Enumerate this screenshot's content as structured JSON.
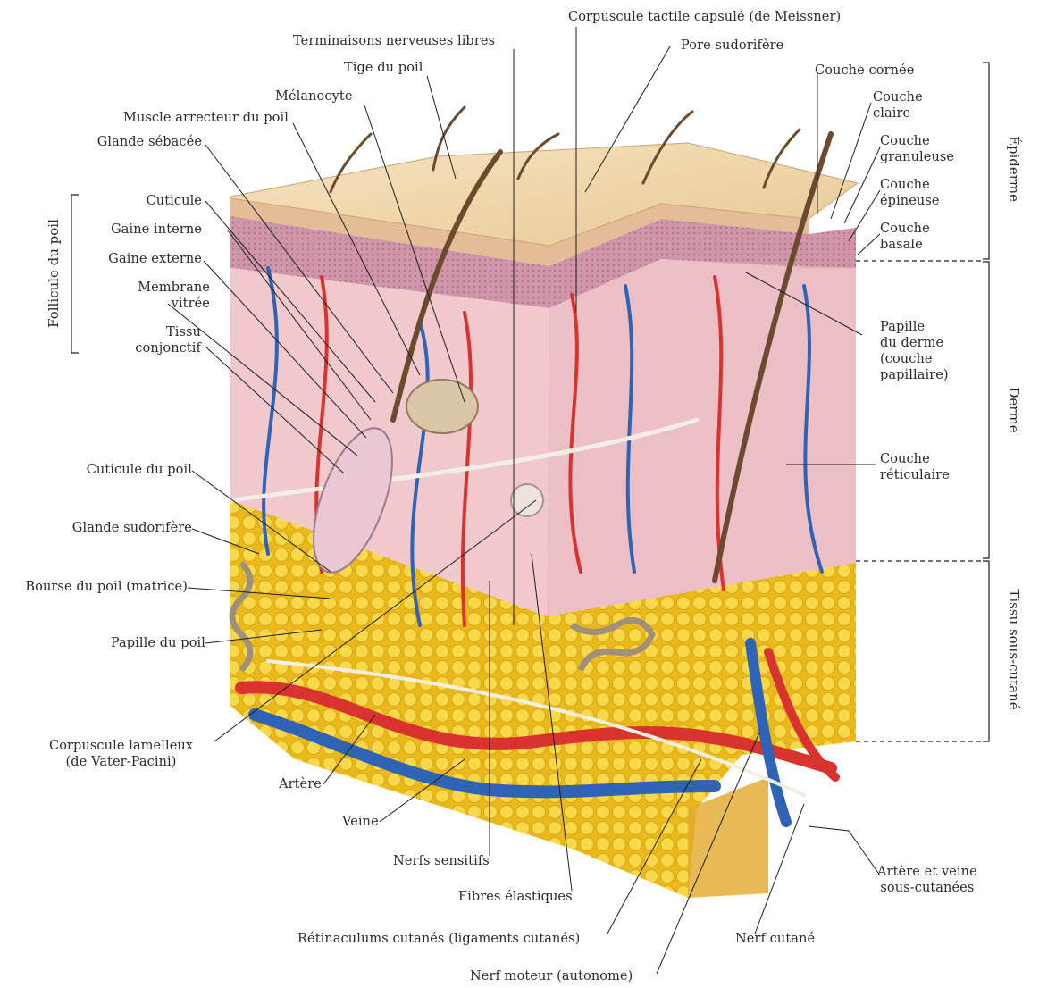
{
  "labels": {
    "terminaisons": "Terminaisons nerveuses libres",
    "corpuscule_meissner": "Corpuscule tactile capsulé (de Meissner)",
    "pore": "Pore sudorifère",
    "tige": "Tige du poil",
    "melanocyte": "Mélanocyte",
    "muscle_arrecteur": "Muscle arrecteur du poil",
    "glande_sebacee": "Glande sébacée",
    "cuticule": "Cuticule",
    "gaine_interne": "Gaine interne",
    "gaine_externe": "Gaine externe",
    "membrane_vitree": "Membrane\nvitrée",
    "tissu_conjonctif": "Tissu\nconjonctif",
    "cuticule_poil": "Cuticule du poil",
    "glande_sudorifere": "Glande sudorifère",
    "bourse_poil": "Bourse du poil (matrice)",
    "papille_poil": "Papille du poil",
    "corpuscule_lamelleux": "Corpuscule lamelleux\n(de Vater-Pacini)",
    "artere": "Artère",
    "veine": "Veine",
    "nerfs_sensitifs": "Nerfs sensitifs",
    "fibres_elastiques": "Fibres élastiques",
    "retinaculums": "Rétinaculums cutanés (ligaments cutanés)",
    "nerf_moteur": "Nerf moteur (autonome)",
    "nerf_cutane": "Nerf cutané",
    "artere_veine_sc": "Artère et veine\nsous-cutanées",
    "couche_cornee": "Couche cornée",
    "couche_claire": "Couche\nclaire",
    "couche_granuleuse": "Couche\ngranuleuse",
    "couche_epineuse": "Couche\népineuse",
    "couche_basale": "Couche\nbasale",
    "papille_derme": "Papille\ndu derme\n(couche\npapillaire)",
    "couche_reticulaire": "Couche\nréticulaire"
  },
  "regions": {
    "follicule": "Follicule du poil",
    "epiderme": "Épiderme",
    "derme": "Derme",
    "hypoderme": "Tissu sous-cutané"
  },
  "colors": {
    "skin_top": "#f3ddb5",
    "epidermis": "#c98aa0",
    "dermis": "#f0c3c8",
    "fat": "#f2cf2e",
    "artery": "#d8332f",
    "vein": "#2f63b5",
    "nerve": "#f2efe2",
    "hair": "#6b4a2e",
    "leader": "#1e1e1e"
  }
}
